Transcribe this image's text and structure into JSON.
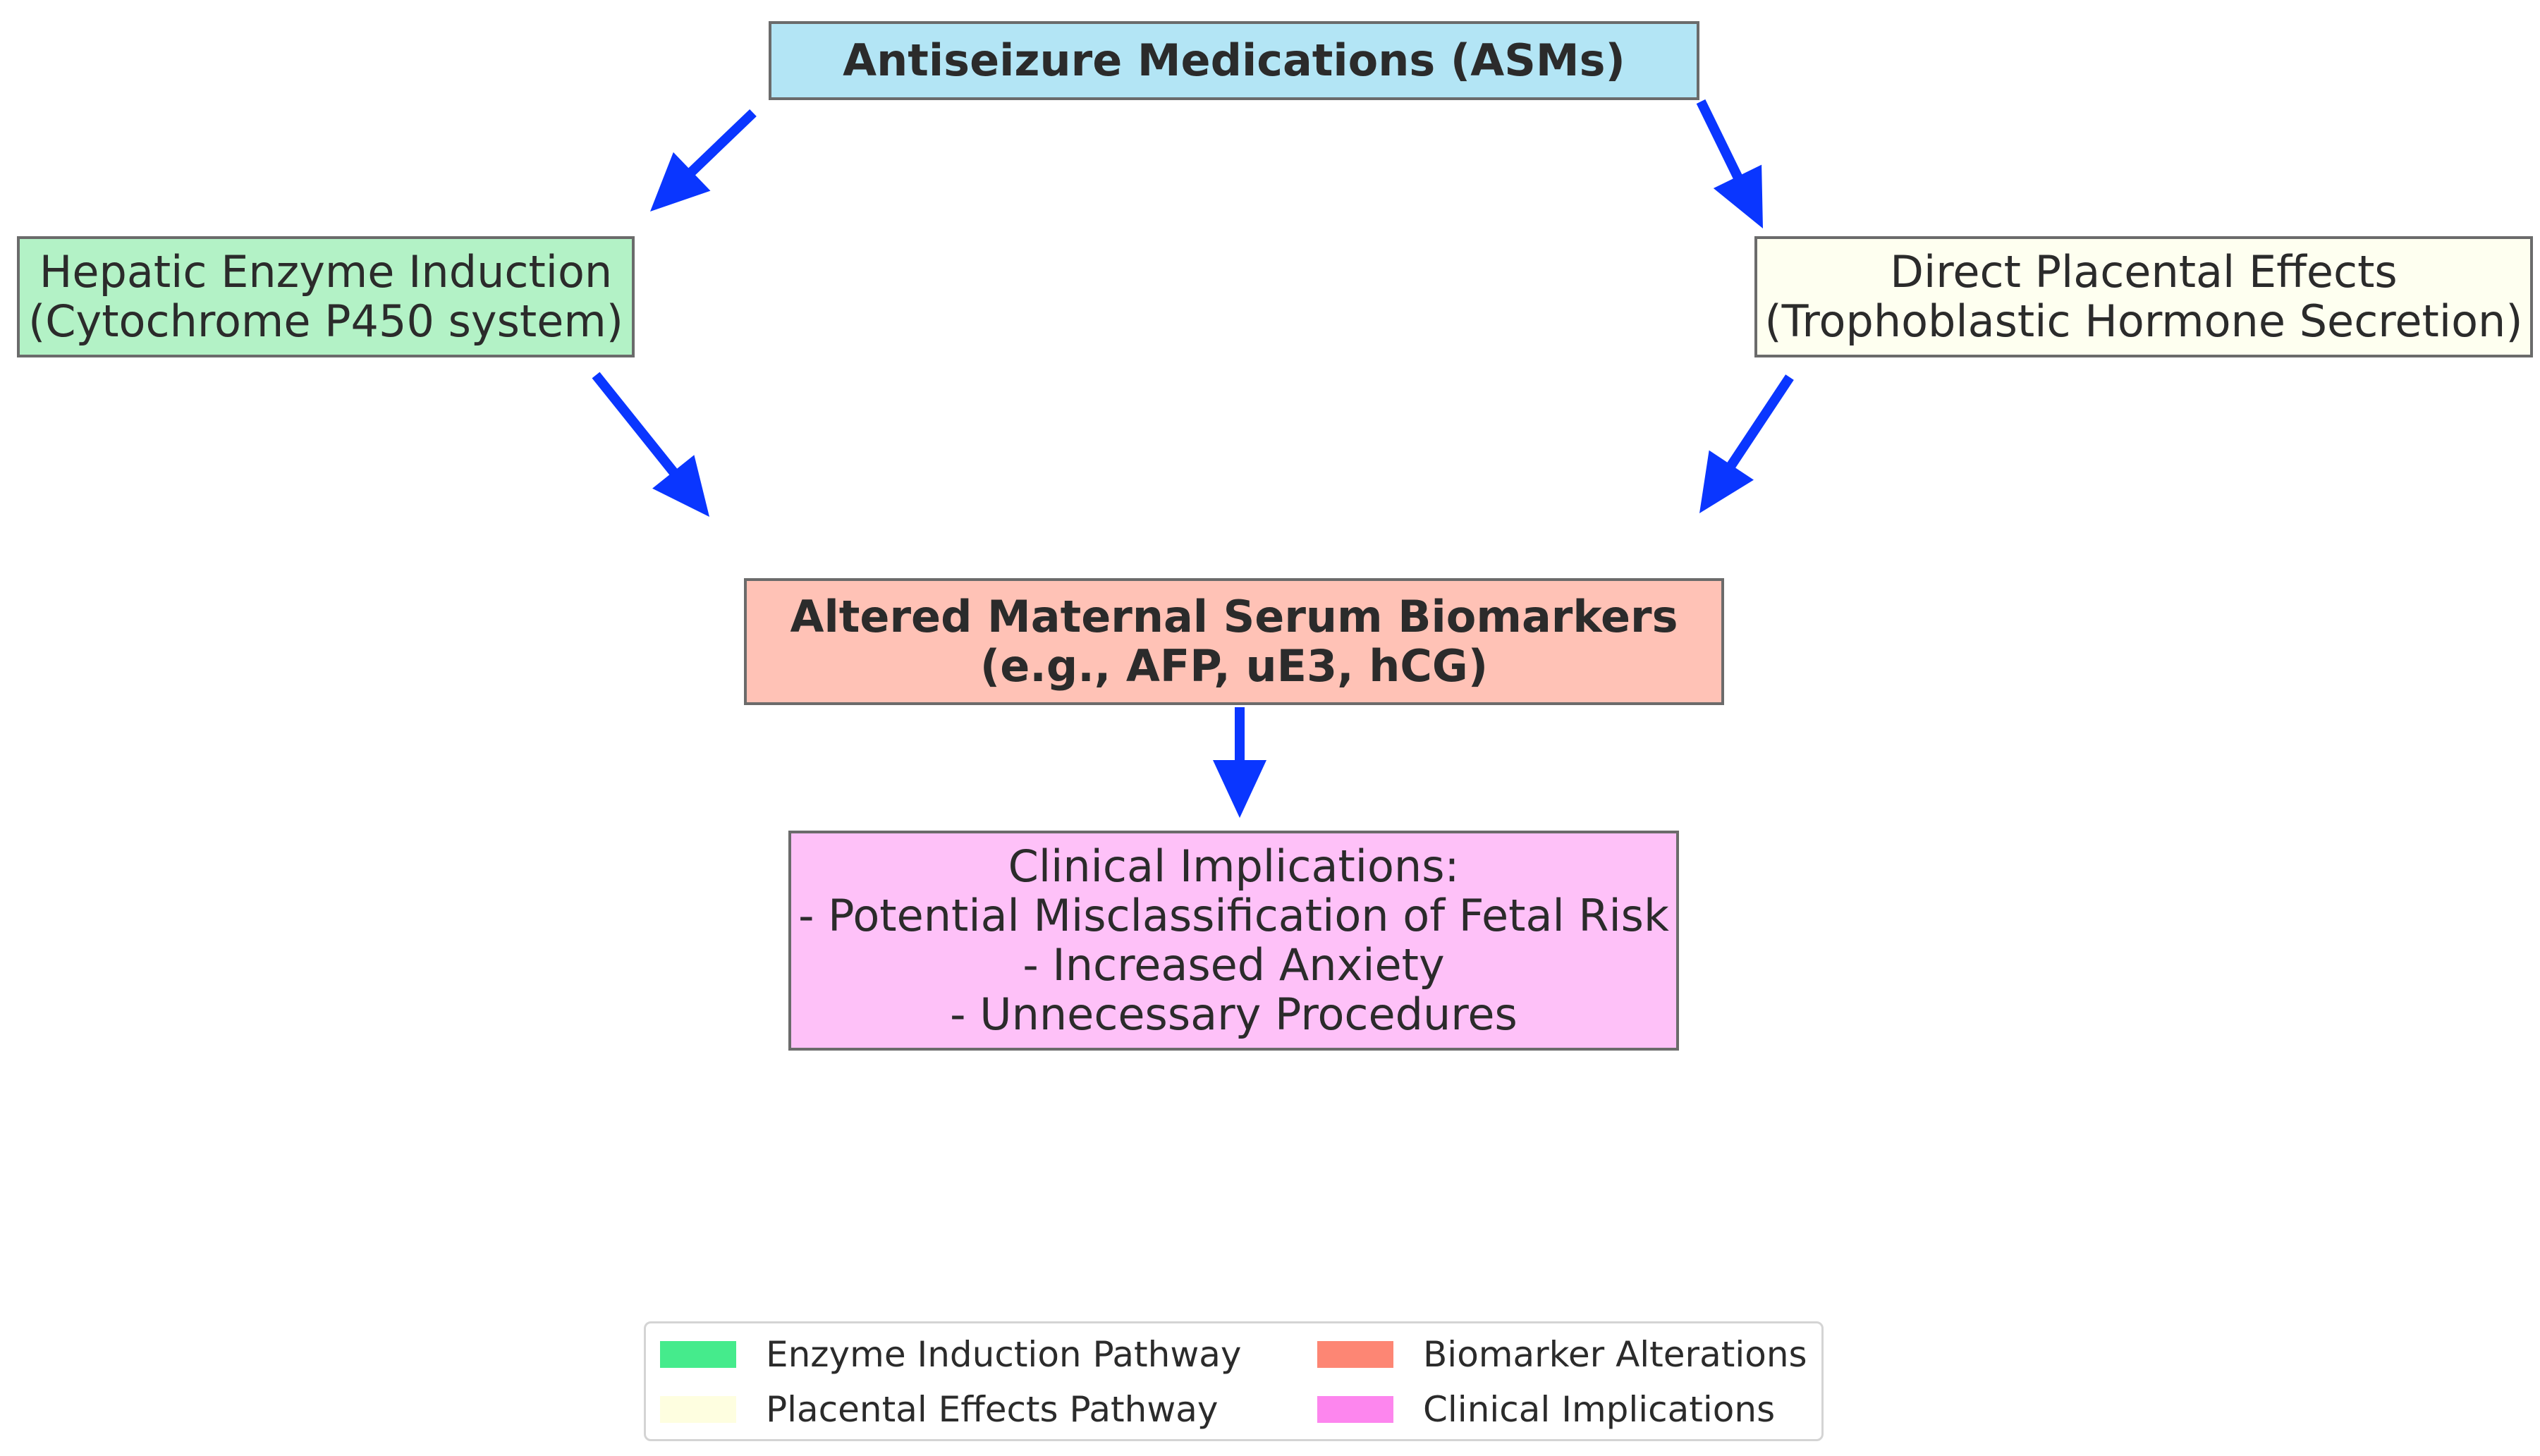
{
  "diagram": {
    "nodes": {
      "asms": {
        "lines": [
          "Antiseizure Medications (ASMs)"
        ],
        "fill": "#b3e5f5"
      },
      "hepatic": {
        "lines": [
          "Hepatic Enzyme Induction",
          "(Cytochrome P450 system)"
        ],
        "fill": "#b3f2c6"
      },
      "placental": {
        "lines": [
          "Direct Placental Effects",
          "(Trophoblastic Hormone Secretion)"
        ],
        "fill": "#fefff0"
      },
      "biomarkers": {
        "lines": [
          "Altered Maternal Serum Biomarkers",
          "(e.g., AFP, uE3, hCG)"
        ],
        "fill": "#ffc2b6"
      },
      "clinical": {
        "lines": [
          "Clinical Implications:",
          "- Potential Misclassification of Fetal Risk",
          "- Increased Anxiety",
          "- Unnecessary Procedures"
        ],
        "fill": "#fec1f8"
      }
    },
    "edges": [
      {
        "from": "asms",
        "to": "hepatic"
      },
      {
        "from": "asms",
        "to": "placental"
      },
      {
        "from": "hepatic",
        "to": "biomarkers"
      },
      {
        "from": "placental",
        "to": "biomarkers"
      },
      {
        "from": "biomarkers",
        "to": "clinical"
      }
    ],
    "arrow_color": "#0a36ff"
  },
  "legend": {
    "items": [
      {
        "label": "Enzyme Induction Pathway",
        "color": "#45eb8c"
      },
      {
        "label": "Placental Effects Pathway",
        "color": "#fefee0"
      },
      {
        "label": "Biomarker Alterations",
        "color": "#fd8674"
      },
      {
        "label": "Clinical Implications",
        "color": "#fd86ee"
      }
    ]
  }
}
